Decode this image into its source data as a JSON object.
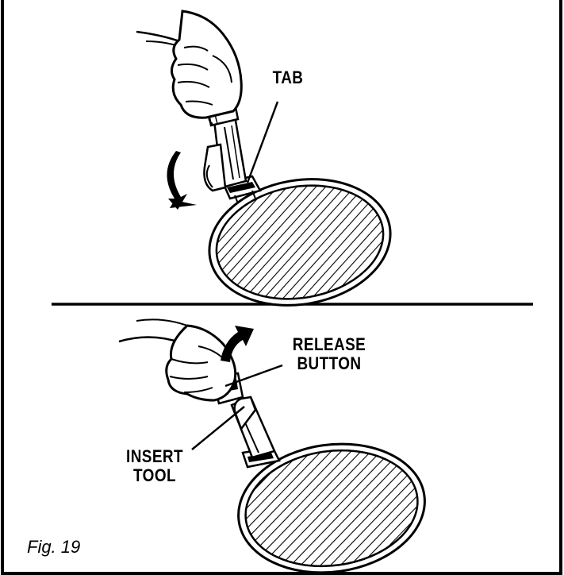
{
  "labels": {
    "tab": "TAB",
    "release_button": [
      "RELEASE",
      "BUTTON"
    ],
    "insert_tool": [
      "INSERT",
      "TOOL"
    ]
  },
  "caption": "Fig. 19",
  "colors": {
    "ink": "#000000",
    "paper": "#ffffff",
    "skin": "#ffffff"
  }
}
